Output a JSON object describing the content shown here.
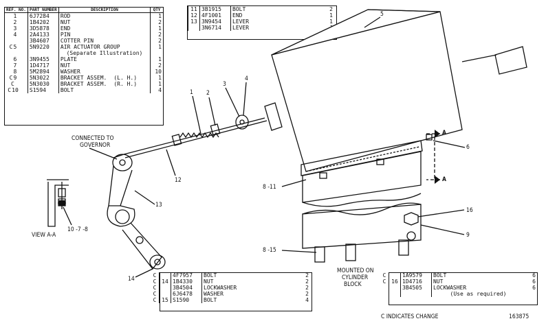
{
  "table_main": {
    "headers": {
      "ref": "REF. NO.",
      "part": "PART NUMBER",
      "desc": "DESCRIPTION",
      "qty": "QTY"
    },
    "rows": [
      {
        "c": "",
        "ref": "1",
        "part": "6J7284",
        "desc": "ROD",
        "qty": "1"
      },
      {
        "c": "",
        "ref": "2",
        "part": "1B4202",
        "desc": "NUT",
        "qty": "2"
      },
      {
        "c": "",
        "ref": "3",
        "part": "3D5878",
        "desc": "END",
        "qty": "1"
      },
      {
        "c": "",
        "ref": "4",
        "part": "2A4133",
        "desc": "PIN",
        "qty": "2"
      },
      {
        "c": "",
        "ref": "",
        "part": "3B4607",
        "desc": "COTTER PIN",
        "qty": "2"
      },
      {
        "c": "C",
        "ref": "5",
        "part": "5N9220",
        "desc": "AIR ACTUATOR GROUP",
        "qty": "1"
      },
      {
        "c": "",
        "ref": "",
        "part": "",
        "desc": "(Separate Illustration)",
        "qty": ""
      },
      {
        "c": "",
        "ref": "6",
        "part": "3N9455",
        "desc": "PLATE",
        "qty": "1"
      },
      {
        "c": "",
        "ref": "7",
        "part": "1D4717",
        "desc": "NUT",
        "qty": "2"
      },
      {
        "c": "",
        "ref": "8",
        "part": "5M2894",
        "desc": "WASHER",
        "qty": "10"
      },
      {
        "c": "C",
        "ref": "9",
        "part": "5N3022",
        "desc": "BRACKET ASSEM.",
        "side": "(L. H.)",
        "qty": "1"
      },
      {
        "c": "C",
        "ref": "",
        "part": "5N3030",
        "desc": "BRACKET ASSEM.",
        "side": "(R. H.)",
        "qty": "1"
      },
      {
        "c": "C",
        "ref": "10",
        "part": "S1594",
        "desc": "BOLT",
        "qty": "4"
      }
    ]
  },
  "table_top": {
    "rows": [
      {
        "ref": "11",
        "part": "3B1915",
        "desc": "BOLT",
        "qty": "2"
      },
      {
        "ref": "12",
        "part": "4F1001",
        "desc": "END",
        "qty": "1"
      },
      {
        "ref": "13",
        "part": "3N9454",
        "desc": "LEVER",
        "qty": "1"
      },
      {
        "ref": "",
        "part": "3N6714",
        "desc": "LEVER",
        "qty": "1"
      }
    ]
  },
  "table_bottom": {
    "rows": [
      {
        "c": "C",
        "ref": "",
        "part": "4F7957",
        "desc": "BOLT",
        "qty": "2"
      },
      {
        "c": "C",
        "ref": "14",
        "part": "1B4330",
        "desc": "NUT",
        "qty": "2"
      },
      {
        "c": "C",
        "ref": "",
        "part": "3B4504",
        "desc": "LOCKWASHER",
        "qty": "2"
      },
      {
        "c": "C",
        "ref": "",
        "part": "6J6478",
        "desc": "WASHER",
        "qty": "2"
      },
      {
        "c": "C",
        "ref": "15",
        "part": "S1590",
        "desc": "BOLT",
        "qty": "4"
      }
    ]
  },
  "table_right": {
    "rows": [
      {
        "c": "C",
        "ref": "",
        "part": "1A9579",
        "desc": "BOLT",
        "qty": "6"
      },
      {
        "c": "C",
        "ref": "16",
        "part": "1D4716",
        "desc": "NUT",
        "qty": "6"
      },
      {
        "c": "",
        "ref": "",
        "part": "3B4505",
        "desc": "LOCKWASHER",
        "qty": "6"
      },
      {
        "c": "",
        "ref": "",
        "part": "",
        "desc": "(Use as required)",
        "qty": ""
      }
    ]
  },
  "labels": {
    "connected_1": "CONNECTED TO",
    "connected_2": "GOVERNOR",
    "view": "VIEW A-A",
    "mounted_1": "MOUNTED ON",
    "mounted_2": "CYLINDER",
    "mounted_3": "BLOCK",
    "change_note": "C INDICATES CHANGE",
    "drawing_no": "163875",
    "section_a1": "A",
    "section_a2": "A"
  },
  "callouts": {
    "c1": "1",
    "c2": "2",
    "c3": "3",
    "c4": "4",
    "c5": "5",
    "c6": "6",
    "c8_11": "8 -11",
    "c8_15": "8 -15",
    "c9": "9",
    "c10_7_8": "10 -7 -8",
    "c12": "12",
    "c13": "13",
    "c14": "14",
    "c16": "16"
  }
}
